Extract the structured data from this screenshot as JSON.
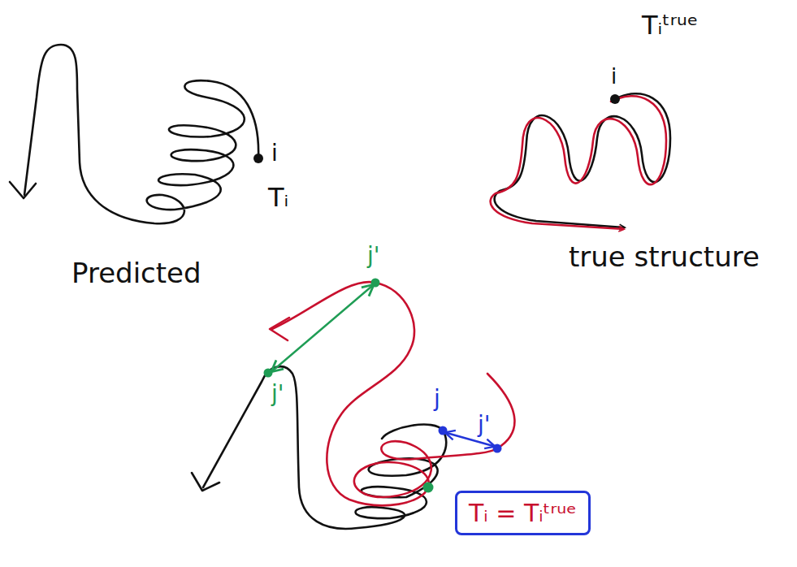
{
  "diagram": {
    "nodes": [
      {
        "text": [
          "Tᵢ = Tᵢᵗʳᵘᵉ"
        ]
      }
    ],
    "labels": [
      "Tᵢᵗʳᵘᵉ",
      "i",
      "i",
      "Tᵢ",
      "true structure",
      "Predicted",
      "j'",
      "j'",
      "j",
      "j'"
    ]
  }
}
